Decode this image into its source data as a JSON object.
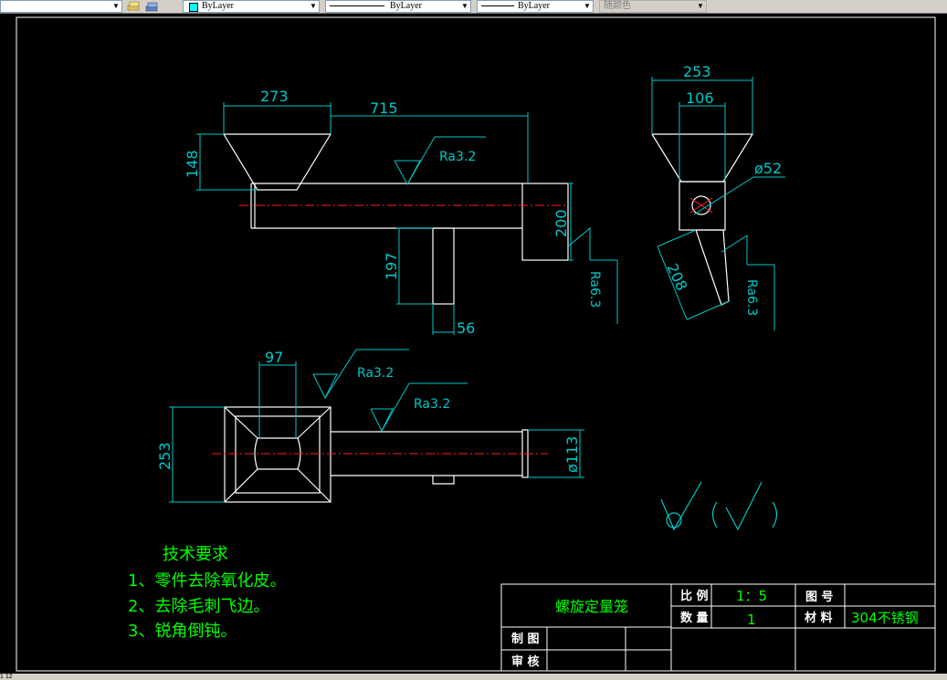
{
  "toolbar": {
    "layer_combo": "",
    "color_combo": "ByLayer",
    "linetype_combo": "ByLayer",
    "lineweight_combo": "ByLayer",
    "plotstyle_combo": "随颜色"
  },
  "drawing": {
    "dims": {
      "top_width": "273",
      "overall_length": "715",
      "hopper_height": "148",
      "flange_height": "200",
      "outlet_height": "197",
      "outlet_width": "56",
      "side_width": "253",
      "side_inner": "106",
      "hole_dia": "ø52",
      "side_pipe": "208",
      "plan_opening": "97",
      "plan_width": "253",
      "pipe_dia": "ø113"
    },
    "roughness": {
      "ra_top": "Ra3.2",
      "ra_flange": "Ra6.3",
      "ra_side": "Ra6.3",
      "ra_plan1": "Ra3.2",
      "ra_plan2": "Ra3.2"
    },
    "tech_req": {
      "title": "技术要求",
      "item1": "1、零件去除氧化皮。",
      "item2": "2、去除毛刺飞边。",
      "item3": "3、锐角倒钝。"
    },
    "title_block": {
      "part_name": "螺旋定量笼",
      "scale_label": "比 例",
      "scale_value": "1：5",
      "qty_label": "数 量",
      "qty_value": "1",
      "dwg_no_label": "图 号",
      "material_label": "材 料",
      "material_value": "304不锈钢",
      "drawn_label": "制 图",
      "checked_label": "审 核"
    }
  },
  "statusbar": {
    "text": "1   12"
  },
  "colors": {
    "background": "#000000",
    "cyan": "#00c8c8",
    "white": "#ffffff",
    "centerline": "#ff2020",
    "green": "#00ff00"
  }
}
